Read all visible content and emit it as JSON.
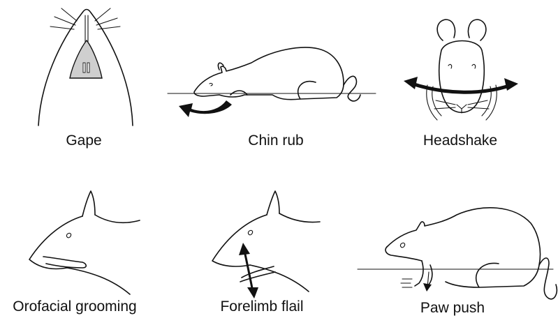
{
  "panels": [
    {
      "id": "gape",
      "caption": "Gape"
    },
    {
      "id": "chin-rub",
      "caption": "Chin rub"
    },
    {
      "id": "headshake",
      "caption": "Headshake"
    },
    {
      "id": "orofacial-grooming",
      "caption": "Orofacial grooming"
    },
    {
      "id": "forelimb-flail",
      "caption": "Forelimb flail"
    },
    {
      "id": "paw-push",
      "caption": "Paw push"
    }
  ]
}
